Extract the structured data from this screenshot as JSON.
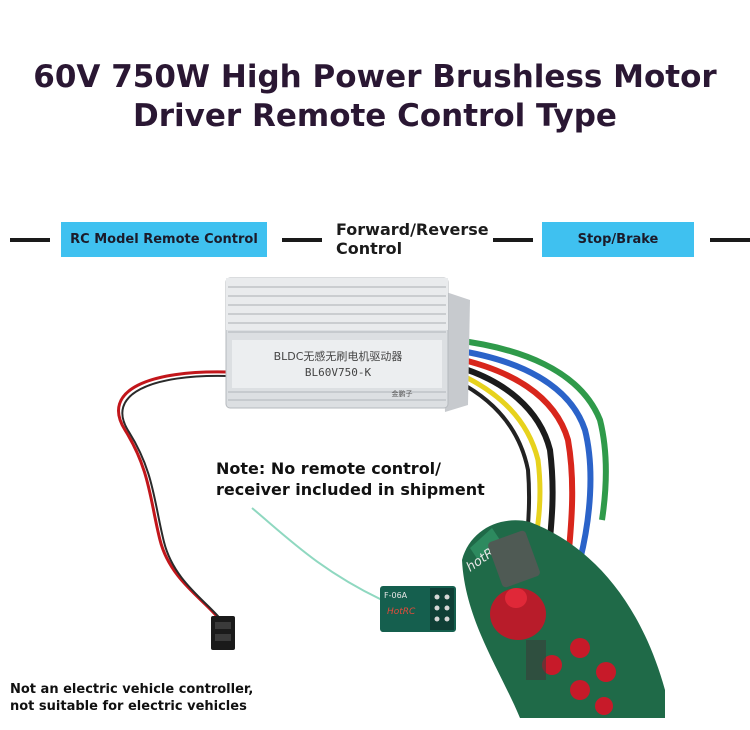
{
  "title": {
    "line1": "60V 750W High Power Brushless Motor",
    "line2": "Driver Remote Control Type"
  },
  "modes": {
    "left": "RC Model Remote Control",
    "middle_line1": "Forward/Reverse",
    "middle_line2": "Control",
    "right": "Stop/Brake"
  },
  "driver_label": {
    "line1": "BLDC无感无刷电机驱动器",
    "line2": "BL60V750-K",
    "line3": "金鹏子"
  },
  "note": {
    "line1": "Note: No remote control/",
    "line2": "receiver included in shipment"
  },
  "warning": {
    "line1": "Not an electric vehicle controller,",
    "line2": "not suitable for electric vehicles"
  },
  "receiver_label": "F-06A",
  "receiver_brand": "HotRC",
  "remote_brand": "hotRC",
  "colors": {
    "title": "#2a1733",
    "chip": "#3fc1f0",
    "housing": "#d9dcdf",
    "remote": "#1f6a48"
  }
}
